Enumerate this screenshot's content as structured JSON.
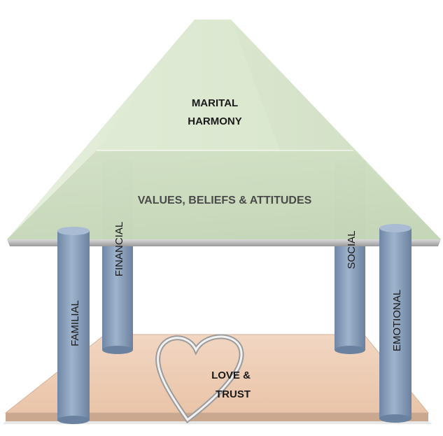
{
  "roof": {
    "line1": "MARITAL",
    "line2": "HARMONY"
  },
  "beam": {
    "label": "VALUES, BELIEFS & ATTITUDES"
  },
  "pillars": {
    "familial": "FAMILIAL",
    "financial": "FINANCIAL",
    "social": "SOCIAL",
    "emotional": "EMOTIONAL"
  },
  "foundation": {
    "line1": "LOVE &",
    "line2": "TRUST"
  }
}
